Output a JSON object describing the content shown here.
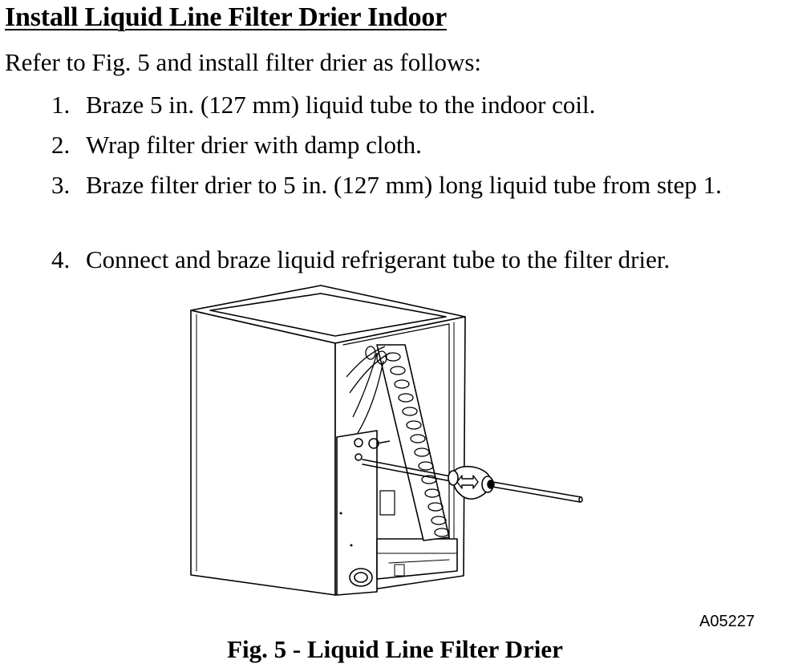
{
  "heading": "Install Liquid Line Filter Drier Indoor",
  "intro": "Refer to Fig. 5 and install filter drier as follows:",
  "steps": [
    {
      "num": "1.",
      "text": "Braze 5 in. (127 mm) liquid tube to the indoor coil."
    },
    {
      "num": "2.",
      "text": "Wrap filter drier with damp cloth."
    },
    {
      "num": "3.",
      "text": "Braze filter drier to 5 in. (127 mm) long liquid tube from step 1."
    },
    {
      "num": "4.",
      "text": "Connect and braze liquid refrigerant tube to the filter drier."
    }
  ],
  "figure": {
    "id_label": "A05227",
    "caption": "Fig. 5 - Liquid Line Filter Drier"
  }
}
